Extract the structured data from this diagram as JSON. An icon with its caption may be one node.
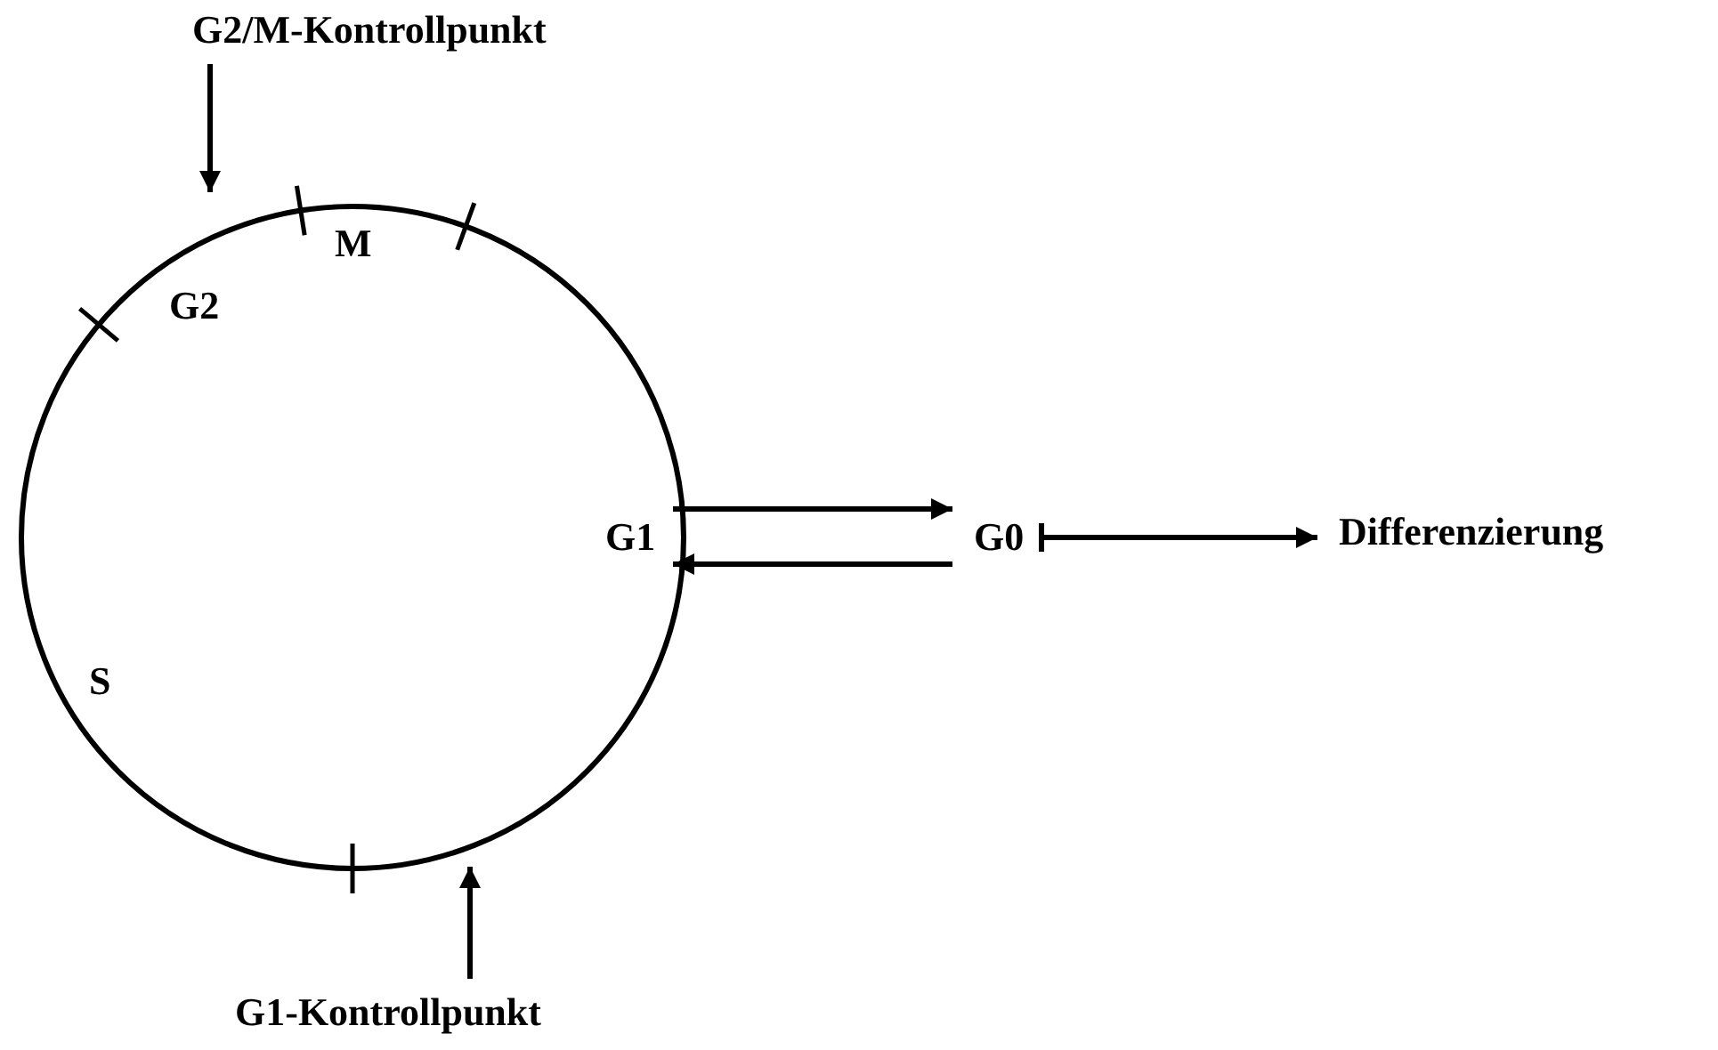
{
  "diagram": {
    "nodes": [
      {
        "text": [
          "G2/M-Kontrollpunkt"
        ]
      },
      {
        "text": [
          "G1"
        ]
      },
      {
        "text": [
          "G0"
        ]
      },
      {
        "text": [
          "Differenzierung"
        ]
      },
      {
        "text": [
          "G1-Kontrollpunkt"
        ]
      }
    ],
    "edges": [
      {
        "from": 0,
        "to": null,
        "arrow": "to"
      },
      {
        "from": 1,
        "to": 2,
        "arrow": "to"
      },
      {
        "from": 2,
        "to": 1,
        "arrow": "to"
      },
      {
        "from": 2,
        "to": 3,
        "arrow": "to"
      },
      {
        "from": 4,
        "to": null,
        "arrow": "to"
      }
    ],
    "labels": [
      "M",
      "G2",
      "S"
    ]
  }
}
